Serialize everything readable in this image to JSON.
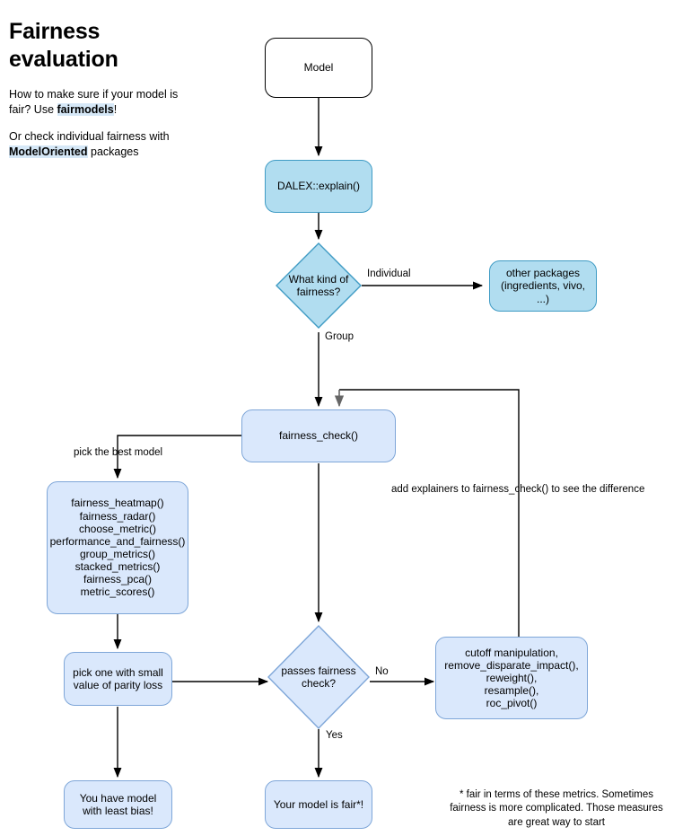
{
  "header": {
    "title": "Fairness evaluation",
    "para1_pre": "How to make sure if your model is fair? Use ",
    "para1_hl": "fairmodels",
    "para1_post": "!",
    "para2_pre": "Or check individual fairness with ",
    "para2_hl": "ModelOriented",
    "para2_post": " packages"
  },
  "nodes": {
    "model": "Model",
    "dalex": "DALEX::explain()",
    "kind_of_fairness": "What kind of fairness?",
    "other_packages": "other packages\n(ingredients, vivo, ...)",
    "fairness_check": "fairness_check()",
    "plot_functions": "fairness_heatmap()\nfairness_radar()\nchoose_metric()\nperformance_and_fairness()\ngroup_metrics()\nstacked_metrics()\nfairness_pca()\nmetric_scores()",
    "pick_small_parity": "pick one with small value of parity loss",
    "passes_check": "passes fairness check?",
    "mitigation": "cutoff manipulation,\nremove_disparate_impact(),\nreweight(),\nresample(),\nroc_pivot()",
    "least_bias": "You have model with least bias!",
    "model_is_fair": "Your model is fair*!"
  },
  "edge_labels": {
    "individual": "Individual",
    "group": "Group",
    "pick_best_model": "pick the best model",
    "add_explainers": "add explainers to fairness_check() to see the difference",
    "no": "No",
    "yes": "Yes"
  },
  "footnote": "* fair in terms of these metrics. Sometimes fairness is more complicated. Those measures are great way to start",
  "colors": {
    "cyan_fill": "#b1ddf0",
    "cyan_border": "#3f9bc4",
    "lavender_fill": "#dae8fc",
    "lavender_border": "#7ea6d8",
    "white_fill": "#ffffff",
    "black_border": "#000000",
    "edge_black": "#000000",
    "edge_gray": "#666666",
    "highlight": "#d6e8f7"
  }
}
